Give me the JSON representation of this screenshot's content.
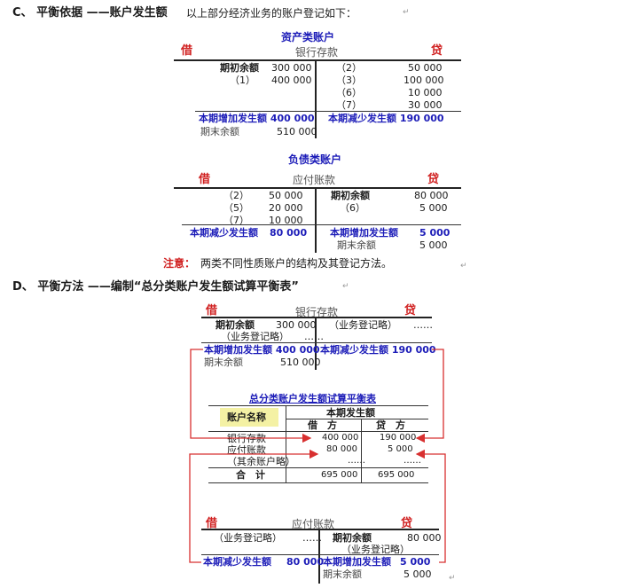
{
  "sectionC": {
    "heading": "C、 平衡依据 ——账户发生额",
    "desc": "以上部分经济业务的账户登记如下：",
    "mark": "↵"
  },
  "asset": {
    "category": "资产类账户",
    "debit": "借",
    "account": "银行存款",
    "credit": "贷",
    "openLabel": "期初余额",
    "openAmt": "300 000",
    "dRefs": [
      "（1）"
    ],
    "dAmts": [
      "400 000"
    ],
    "cRefs": [
      "（2）",
      "（3）",
      "（6）",
      "（7）"
    ],
    "cAmts": [
      "50 000",
      "100 000",
      "10 000",
      "30 000"
    ],
    "incLabel": "本期增加发生额 400 000",
    "decLabel": "本期减少发生额 190 000",
    "endLabel": "期末余额",
    "endAmt": "510 000"
  },
  "liability": {
    "category": "负债类账户",
    "debit": "借",
    "account": "应付账款",
    "credit": "贷",
    "dRefs": [
      "（2）",
      "（5）",
      "（7）"
    ],
    "dAmts": [
      "50 000",
      "20 000",
      "10 000"
    ],
    "openLabel": "期初余额",
    "openAmt": "80 000",
    "cRefs": [
      "（6）"
    ],
    "cAmts": [
      "5 000"
    ],
    "decLabel": "本期减少发生额",
    "decAmt": "80 000",
    "incLabel": "本期增加发生额",
    "incAmt": "5 000",
    "endLabel": "期末余额",
    "endAmt": "5 000"
  },
  "note": {
    "label": "注意：",
    "text": "两类不同性质账户的结构及其登记方法。",
    "mark": "↵"
  },
  "sectionD": {
    "heading": "D、 平衡方法 ——编制“总分类账户发生额试算平衡表”",
    "mark": "↵"
  },
  "bank2": {
    "debit": "借",
    "account": "银行存款",
    "credit": "贷",
    "openLabel": "期初余额",
    "openAmt": "300 000",
    "creditEntry": "（业务登记略）",
    "creditDots": "……",
    "debitEntry": "（业务登记略）",
    "debitDots": "……",
    "incLabel": "本期增加发生额 400 000",
    "decLabel": "本期减少发生额 190 000",
    "endLabel": "期末余额",
    "endAmt": "510 000"
  },
  "trial": {
    "title": "总分类账户发生额试算平衡表",
    "colAccount": "账户名称",
    "colPeriod": "本期发生额",
    "colDebit": "借　方",
    "colCredit": "贷　方",
    "rows": [
      {
        "name": "银行存款",
        "debit": "400 000",
        "credit": "190 000"
      },
      {
        "name": "应付账款",
        "debit": "80 000",
        "credit": "5 000"
      },
      {
        "name": "（其余账户略）",
        "debit": "……",
        "credit": "……"
      }
    ],
    "totalLabel": "合　计",
    "totalDebit": "695 000",
    "totalCredit": "695 000"
  },
  "payable2": {
    "debit": "借",
    "account": "应付账款",
    "credit": "贷",
    "debitEntry": "（业务登记略）",
    "debitDots": "……",
    "openLabel": "期初余额",
    "openAmt": "80 000",
    "creditEntry": "（业务登记略）",
    "decLabel": "本期减少发生额",
    "decAmt": "80 000",
    "incLabel": "本期增加发生额",
    "incAmt": "5 000",
    "endLabel": "期末余额",
    "endAmt": "5 000"
  },
  "colors": {
    "accent": "#1c1cb8",
    "debitCredit": "#d02020",
    "arrows": "#d83030",
    "highlight": "#f4f1a4"
  }
}
